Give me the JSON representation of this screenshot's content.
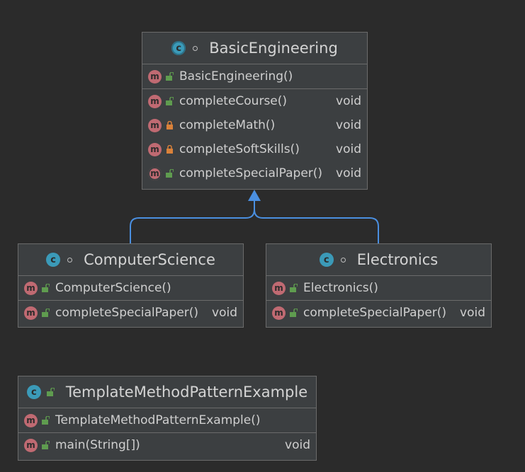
{
  "classes": {
    "basic": {
      "name": "BasicEngineering",
      "icon": "abstract-class-icon",
      "constructors": [
        {
          "name": "BasicEngineering()",
          "ret": ""
        }
      ],
      "methods": [
        {
          "name": "completeCourse()",
          "ret": "void",
          "visibility": "public"
        },
        {
          "name": "completeMath()",
          "ret": "void",
          "visibility": "private"
        },
        {
          "name": "completeSoftSkills()",
          "ret": "void",
          "visibility": "private"
        },
        {
          "name": "completeSpecialPaper()",
          "ret": "void",
          "visibility": "public"
        }
      ]
    },
    "cs": {
      "name": "ComputerScience",
      "icon": "class-icon",
      "constructors": [
        {
          "name": "ComputerScience()",
          "ret": ""
        }
      ],
      "methods": [
        {
          "name": "completeSpecialPaper()",
          "ret": "void",
          "visibility": "public"
        }
      ]
    },
    "elec": {
      "name": "Electronics",
      "icon": "class-icon",
      "constructors": [
        {
          "name": "Electronics()",
          "ret": ""
        }
      ],
      "methods": [
        {
          "name": "completeSpecialPaper()",
          "ret": "void",
          "visibility": "public"
        }
      ]
    },
    "tmpl": {
      "name": "TemplateMethodPatternExample",
      "icon": "runnable-class-icon",
      "constructors": [
        {
          "name": "TemplateMethodPatternExample()",
          "ret": ""
        }
      ],
      "methods": [
        {
          "name": "main(String[])",
          "ret": "void",
          "visibility": "public"
        }
      ]
    }
  },
  "colors": {
    "background": "#2b2b2b",
    "box": "#3c3f41",
    "border": "#6b6b6b",
    "method_icon": "#c06a72",
    "class_icon": "#3b9ab8",
    "public_lock": "#5f9c4f",
    "private_lock": "#d9813a",
    "inheritance_arrow": "#4a8fe0"
  }
}
